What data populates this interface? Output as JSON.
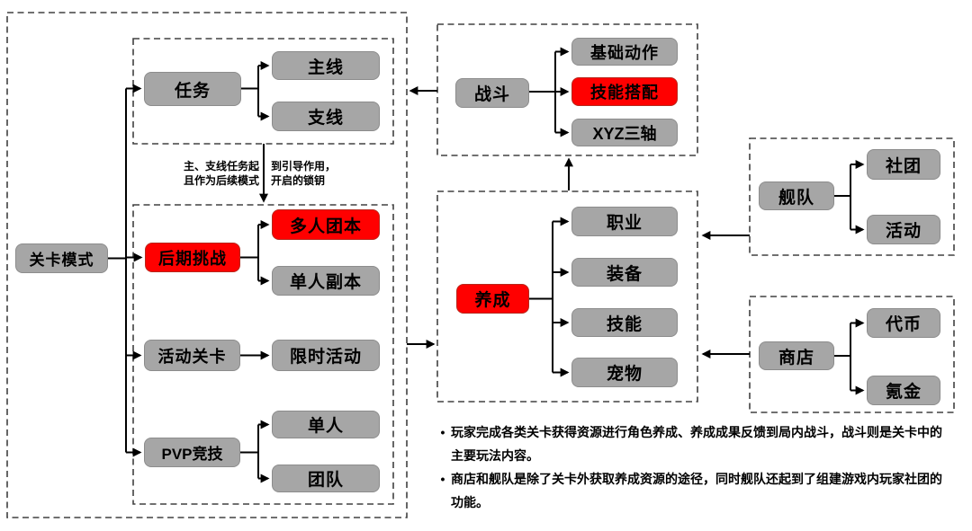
{
  "diagram": {
    "nodes": {
      "level_mode": "关卡模式",
      "task": "任务",
      "main_quest": "主线",
      "side_quest": "支线",
      "late_challenge": "后期挑战",
      "multi_raid": "多人团本",
      "solo_dungeon": "单人副本",
      "event_level": "活动关卡",
      "timed_event": "限时活动",
      "pvp": "PVP竞技",
      "solo": "单人",
      "team": "团队",
      "combat": "战斗",
      "basic_action": "基础动作",
      "skill_combo": "技能搭配",
      "xyz_axes": "XYZ三轴",
      "growth": "养成",
      "profession": "职业",
      "equipment": "装备",
      "skill": "技能",
      "pet": "宠物",
      "fleet": "舰队",
      "club": "社团",
      "fleet_activity": "活动",
      "shop": "商店",
      "token": "代币",
      "krypton": "氪金"
    },
    "annotation": {
      "left_line1": "主、支线任务起",
      "left_line2": "且作为后续模式",
      "right_line1": "到引导作用，",
      "right_line2": "开启的锁钥"
    },
    "notes": [
      "玩家完成各类关卡获得资源进行角色养成、养成成果反馈到局内战斗，战斗则是关卡中的主要玩法内容。",
      "商店和舰队是除了关卡外获取养成资源的途径，同时舰队还起到了组建游戏内玩家社团的功能。"
    ],
    "colors": {
      "node_fill": "#a6a6a6",
      "node_border": "#8c8c8c",
      "highlight_fill": "#ff0000",
      "highlight_border": "#b7281c",
      "connector": "#000000",
      "dashed_box": "#404040",
      "text": "#000000"
    }
  }
}
